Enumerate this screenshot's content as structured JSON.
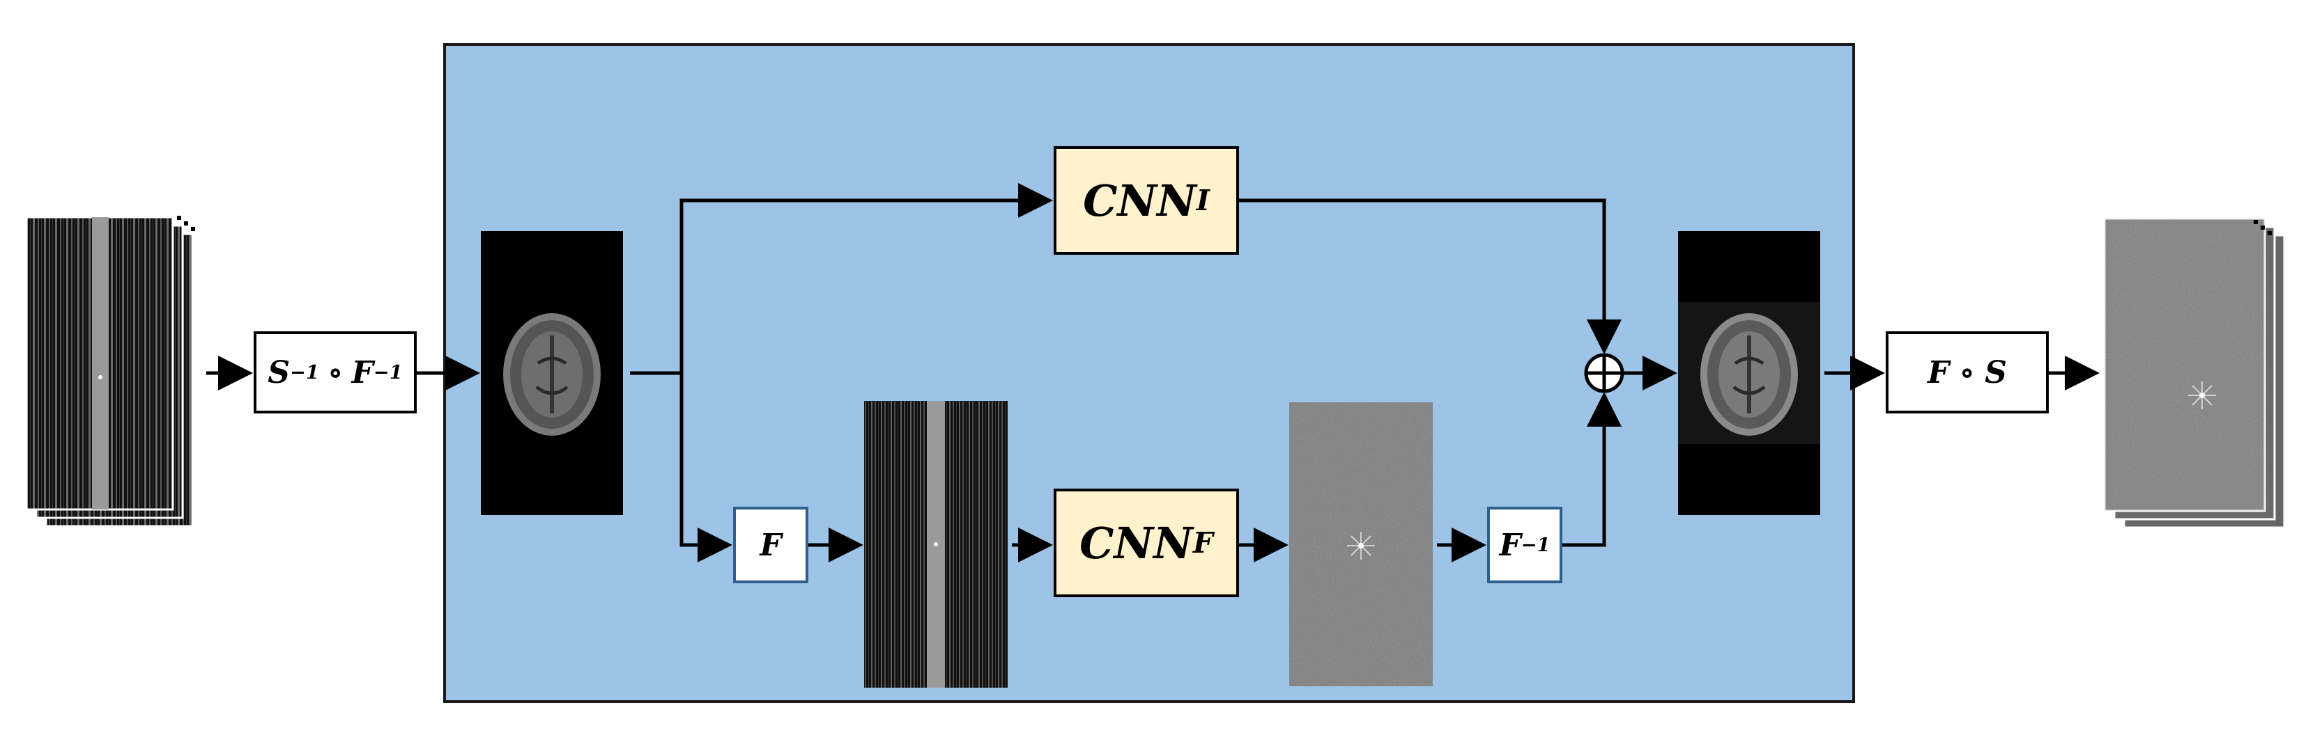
{
  "operators": {
    "pre": {
      "base_s": "S",
      "sup_s": "−1",
      "compose": "∘",
      "base_f": "F",
      "sup_f": "−1"
    },
    "fourier": "F",
    "inverse_fourier": {
      "base": "F",
      "sup": "−1"
    },
    "post": {
      "base_f": "F",
      "compose": "∘",
      "base_s": "S"
    }
  },
  "networks": {
    "image_domain": {
      "base": "CNN",
      "sub": "I"
    },
    "frequency_domain": {
      "base": "CNN",
      "sub": "F"
    }
  },
  "sum_symbol": "⊕",
  "colors": {
    "panel": "#9dc3e6",
    "cnn_fill": "#fff2cc",
    "op_border_blue": "#2e5f8e"
  }
}
